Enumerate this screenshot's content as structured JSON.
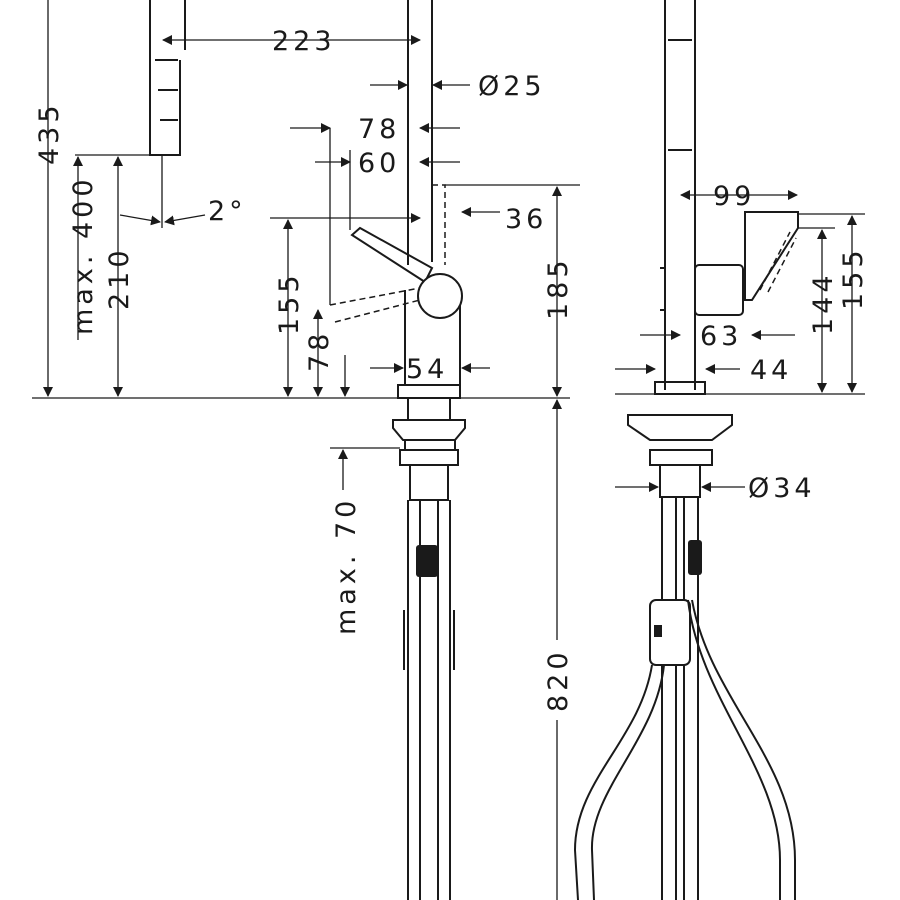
{
  "dimensions": {
    "spout_reach": "223",
    "spout_diameter": "Ø25",
    "lever_offset_78": "78",
    "lever_offset_60": "60",
    "body_offset": "36",
    "body_height": "185",
    "lever_height": "155",
    "lever_base": "78",
    "body_width": "54",
    "total_height": "435",
    "max_outlet_height": "max. 400",
    "outlet_height": "210",
    "spout_angle": "2°",
    "max_countertop": "max. 70",
    "hose_length": "820",
    "side_lever_reach": "99",
    "side_lever_height_144": "144",
    "side_lever_height_155": "155",
    "side_body_depth": "63",
    "side_column_width": "44",
    "mount_diameter": "Ø34"
  },
  "colors": {
    "line": "#1a1a1a",
    "background": "#ffffff"
  }
}
